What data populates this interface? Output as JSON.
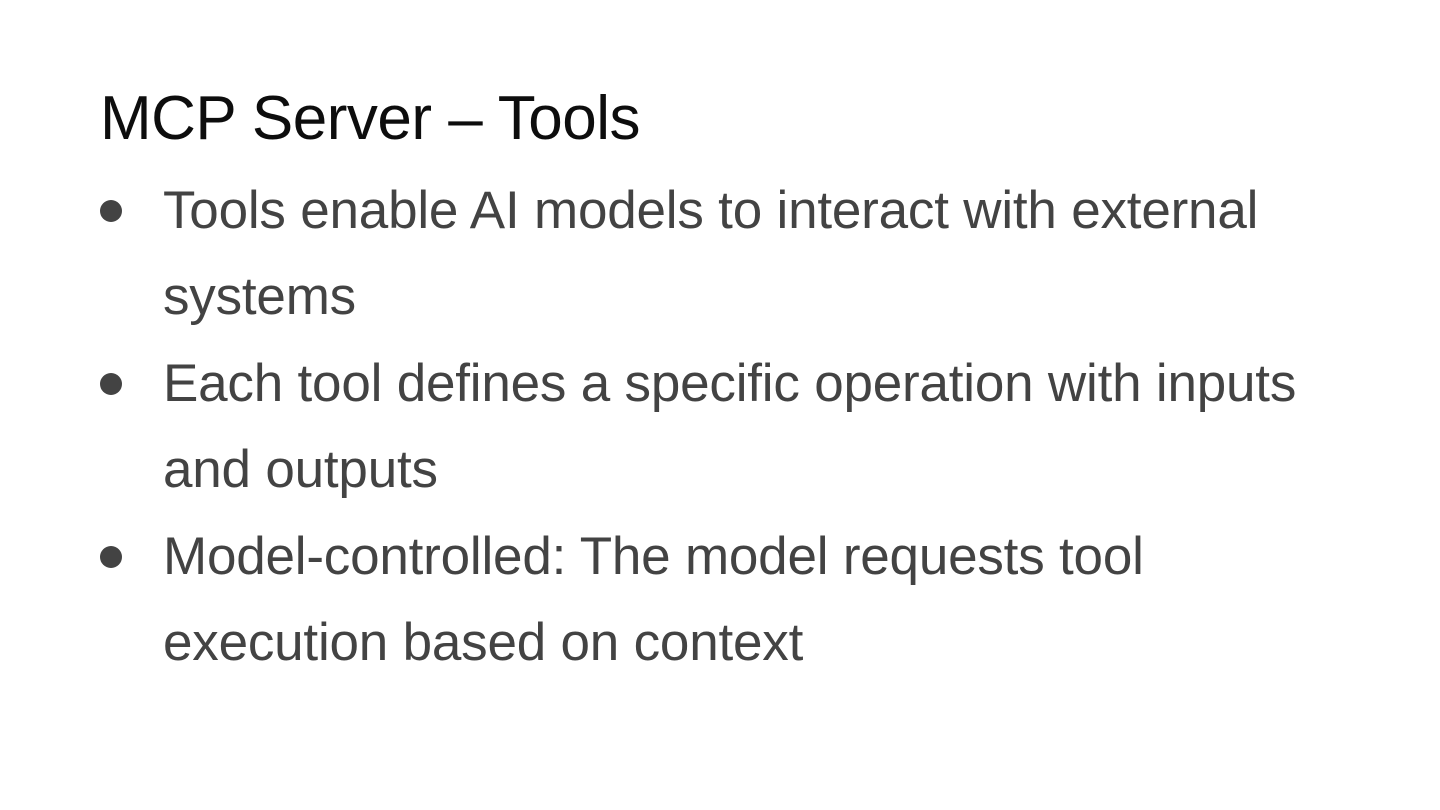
{
  "slide": {
    "title": "MCP Server – Tools",
    "background_color": "#ffffff",
    "title_color": "#0d0d0d",
    "body_color": "#434343",
    "bullet_glyph": "filled-circle",
    "bullets": [
      {
        "text": "Tools enable AI models to interact with external systems"
      },
      {
        "text": "Each tool defines a specific operation with inputs and outputs"
      },
      {
        "text": "Model-controlled: The model requests tool execution based on context"
      }
    ]
  }
}
